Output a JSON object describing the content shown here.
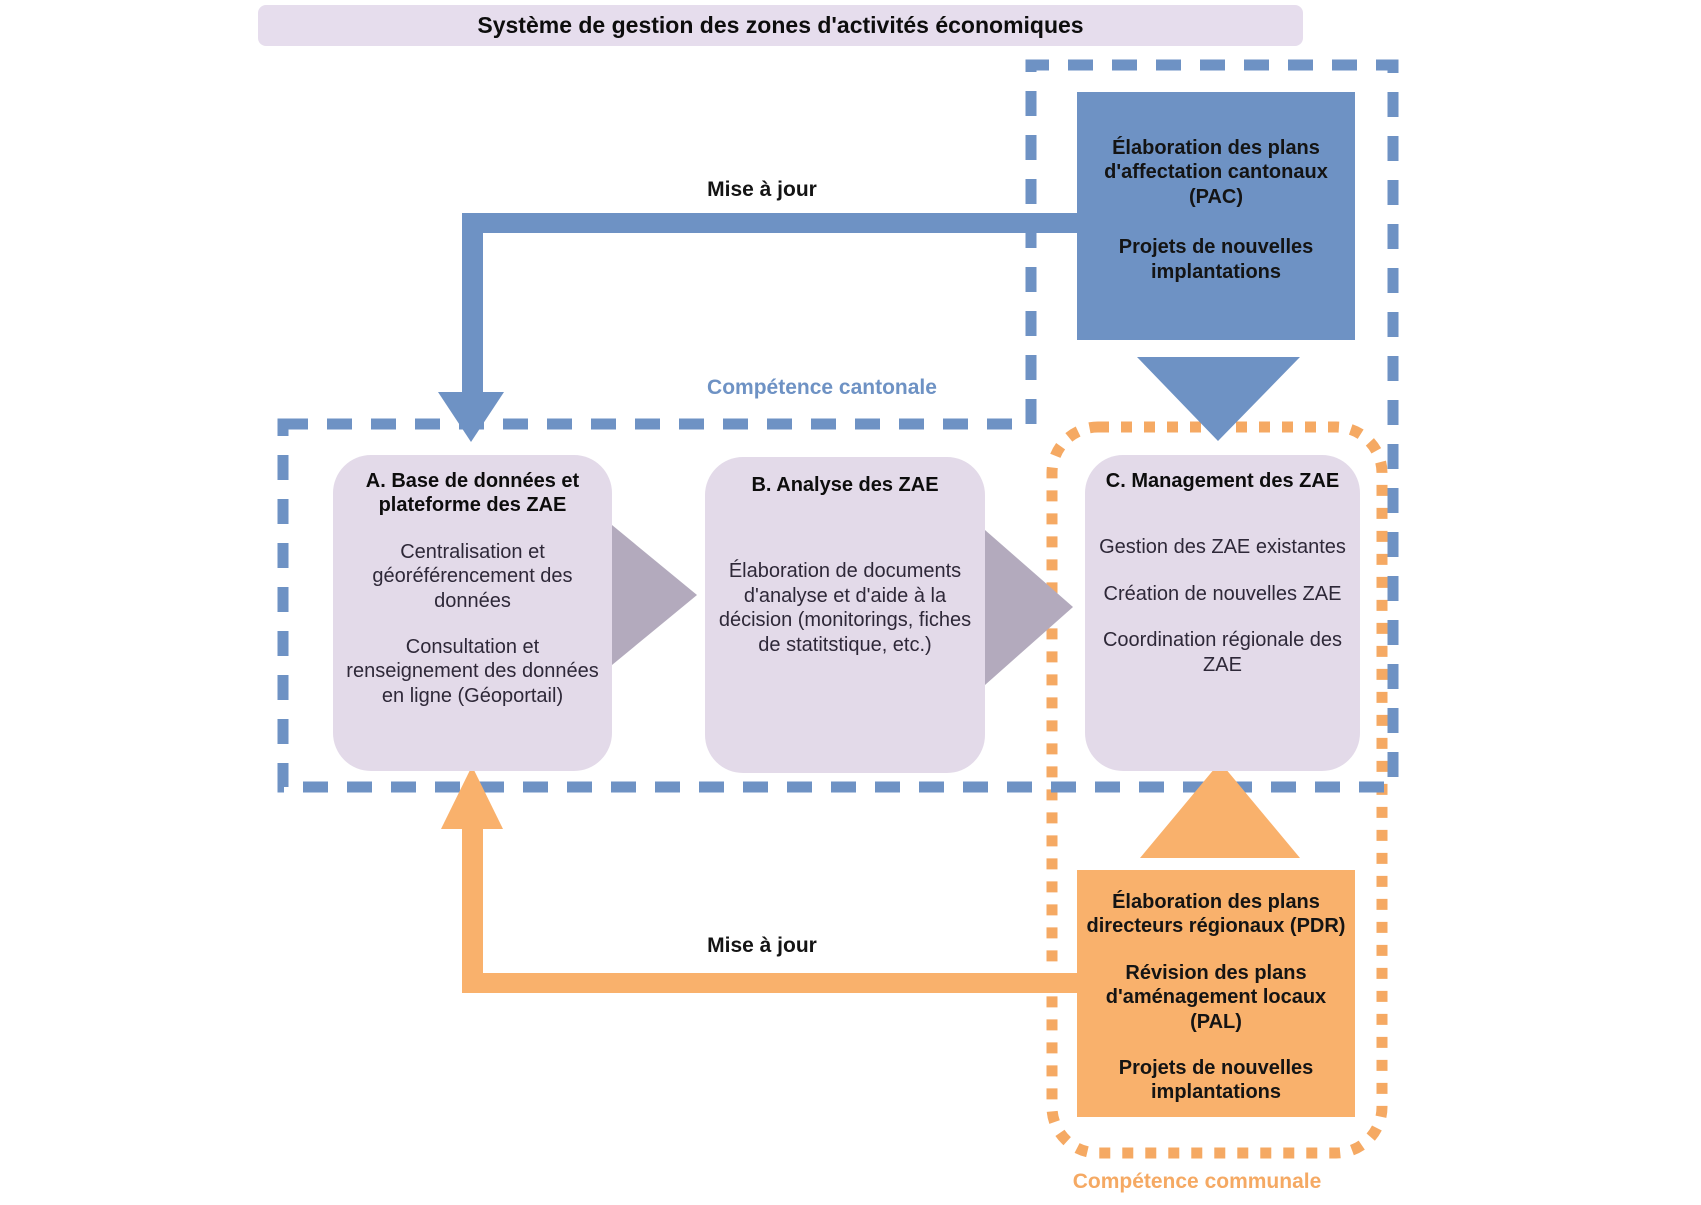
{
  "title": "Système de gestion des zones d'activités économiques",
  "regions": {
    "cantonale_label": "Compétence cantonale",
    "communale_label": "Compétence communale"
  },
  "labels": {
    "update_top": "Mise à jour",
    "update_bottom": "Mise à jour"
  },
  "boxes": {
    "pac": {
      "para1": "Élaboration des plans d'affectation cantonaux (PAC)",
      "para2": "Projets de nouvelles implantations"
    },
    "a": {
      "title": "A. Base de données et plateforme des ZAE",
      "item1": "Centralisation et géoréférencement des données",
      "item2": "Consultation et renseignement des données en ligne (Géoportail)"
    },
    "b": {
      "title": "B. Analyse des ZAE",
      "item1": "Élaboration de documents d'analyse et d'aide à la décision (monitorings, fiches de statitstique, etc.)"
    },
    "c": {
      "title": "C. Management des ZAE",
      "item1": "Gestion des ZAE existantes",
      "item2": "Création de nouvelles ZAE",
      "item3": "Coordination régionale des ZAE"
    },
    "pdr": {
      "para1": "Élaboration des plans directeurs régionaux (PDR)",
      "para2": "Révision des plans d'aménagement locaux (PAL)",
      "para3": "Projets de nouvelles implantations"
    }
  },
  "icons": {
    "flow_arrow_right": "▶",
    "arrow_down": "▼",
    "arrow_up": "▲"
  },
  "colors": {
    "title_bg": "#e6dded",
    "lavender_box": "#e3dae9",
    "blue": "#6e92c4",
    "orange_fill": "#f9b16c",
    "orange_border": "#f5a963",
    "gray_arrow": "#b3aabd",
    "dark_text": "#0d0d0d"
  }
}
